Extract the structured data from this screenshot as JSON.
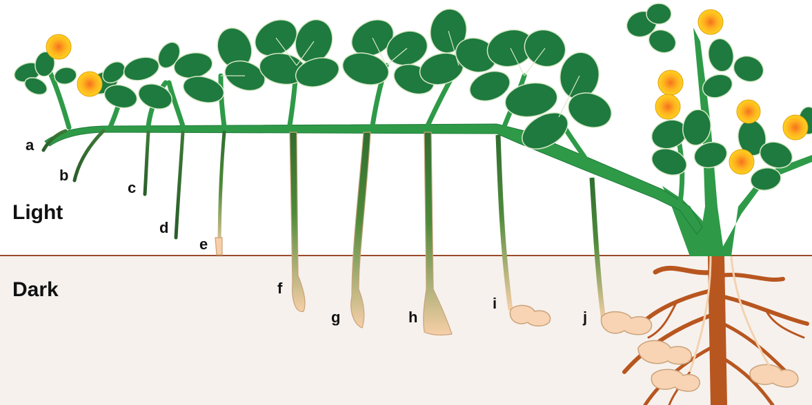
{
  "zones": {
    "light": "Light",
    "dark": "Dark"
  },
  "stages": [
    "a",
    "b",
    "c",
    "d",
    "e",
    "f",
    "g",
    "h",
    "i",
    "j"
  ],
  "colors": {
    "soil": "#f6f1ed",
    "ground_line": "#9a4a2a",
    "stem": "#2e9a48",
    "leaf": "#1e7a3e",
    "leaf_vein": "#d8e8c8",
    "gynophore_green": "#2f6e2f",
    "gynophore_pale": "#f7cfa8",
    "pod": "#f8d4b4",
    "pod_outline": "#c9a27a",
    "flower": "#ffd21f",
    "flower_center": "#f5721e",
    "root": "#b8561f"
  }
}
